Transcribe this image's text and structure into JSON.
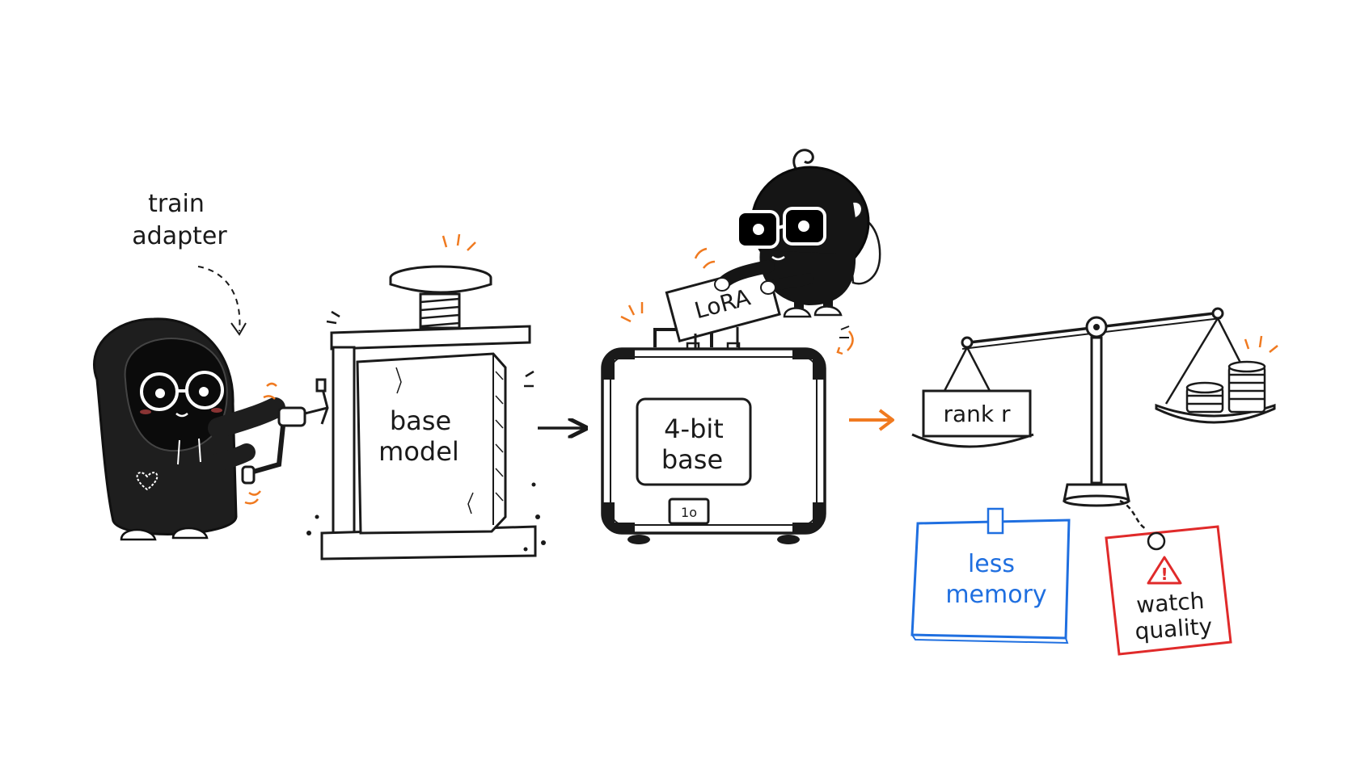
{
  "labels": {
    "train_adapter_line1": "train",
    "train_adapter_line2": "adapter",
    "base_model_line1": "base",
    "base_model_line2": "model",
    "lora": "LoRA",
    "four_bit_line1": "4-bit",
    "four_bit_line2": "base",
    "latch": "1o",
    "rank": "rank r",
    "less_memory_line1": "less",
    "less_memory_line2": "memory",
    "watch_quality_line1": "watch",
    "watch_quality_line2": "quality",
    "warning_glyph": "!"
  },
  "colors": {
    "ink": "#1a1a1a",
    "accent_orange": "#f07a20",
    "note_blue": "#1f6fe0",
    "tag_red": "#e02a2a"
  },
  "icons": [
    "hooded-character",
    "hand-crank-icon",
    "press-icon",
    "suitcase-icon",
    "bun-character",
    "arrow-right-icon",
    "balance-scale-icon",
    "coin-stack-icon",
    "warning-icon"
  ]
}
